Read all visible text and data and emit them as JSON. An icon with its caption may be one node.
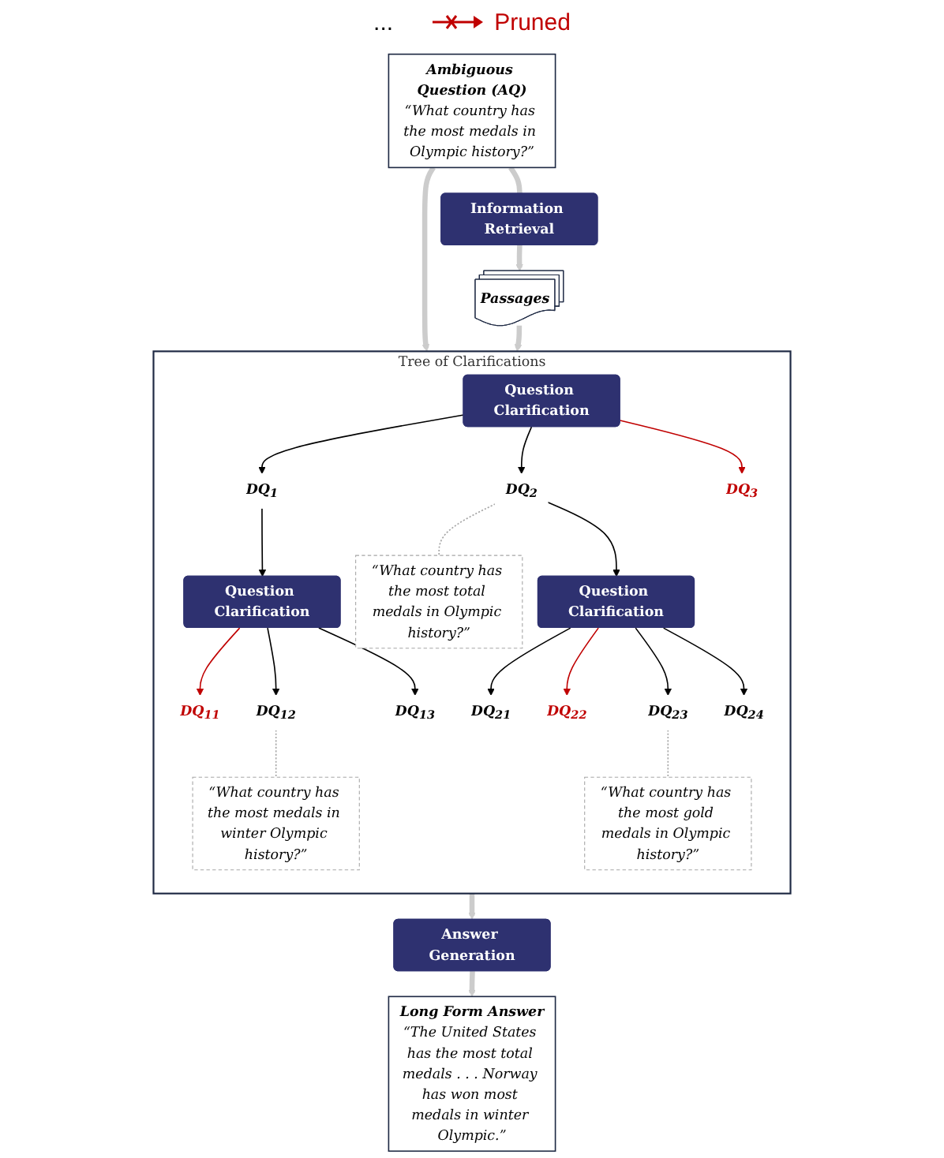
{
  "diagram": {
    "nodes": [
      {
        "text": [
          "Ambiguous Question (AQ)",
          "“What country has the most medals in Olympic history?”"
        ]
      },
      {
        "text": [
          "Tree of Clarifications"
        ]
      },
      {
        "text": [
          "Question Clarification"
        ],
        "in": 1
      },
      {
        "text": [
          "DQ$_{1}$"
        ],
        "in": 1
      },
      {
        "text": [
          "DQ$_{2}$"
        ],
        "in": 1
      },
      {
        "text": [
          "DQ$_{3}$"
        ],
        "in": 1
      },
      {
        "text": [
          "“What country has the most total medals in Olympic history?”"
        ],
        "in": 1
      },
      {
        "text": [
          "Question Clarification"
        ],
        "in": 1
      },
      {
        "text": [
          "Question Clarification"
        ],
        "in": 1
      },
      {
        "text": [
          "DQ$_{11}$"
        ],
        "in": 1
      },
      {
        "text": [
          "DQ$_{12}$"
        ],
        "in": 1
      },
      {
        "text": [
          "DQ$_{13}$"
        ],
        "in": 1
      },
      {
        "text": [
          "DQ$_{21}$"
        ],
        "in": 1
      },
      {
        "text": [
          "DQ$_{22}$"
        ],
        "in": 1
      },
      {
        "text": [
          "DQ$_{23}$"
        ],
        "in": 1
      },
      {
        "text": [
          "DQ$_{24}$"
        ],
        "in": 1
      },
      {
        "text": [
          "“What country has the most medals in winter Olympic history?”"
        ],
        "in": 1
      },
      {
        "text": [
          "“What country has the most gold medals in Olympic history?”"
        ],
        "in": 1
      },
      {
        "text": [
          "Information Retrieval"
        ]
      },
      {
        "text": [
          "Passages"
        ]
      },
      {
        "text": [
          "Answer Generation"
        ]
      },
      {
        "text": [
          "Long Form Answer",
          "“The United States has the most total medals . . . Norway has won most medals in winter Olympic.”"
        ]
      }
    ],
    "edges": [
      {
        "from": 0,
        "to": 1,
        "arrow": "to",
        "style": "thick",
        "color": "#cccccc"
      },
      {
        "from": 0,
        "to": 18,
        "arrow": "none",
        "style": "thick",
        "color": "#cccccc"
      },
      {
        "from": 18,
        "to": 19,
        "arrow": "to",
        "style": "thick",
        "color": "#cccccc"
      },
      {
        "from": 19,
        "to": 1,
        "arrow": "to",
        "style": "thick",
        "color": "#cccccc"
      },
      {
        "from": 2,
        "to": 3,
        "arrow": "to"
      },
      {
        "from": 2,
        "to": 4,
        "arrow": "to"
      },
      {
        "from": 2,
        "to": 5,
        "arrow": "to",
        "color": "#c00000"
      },
      {
        "from": 4,
        "to": 6,
        "arrow": "none",
        "style": "dashed",
        "color": "#a6a6a6"
      },
      {
        "from": 3,
        "to": 7,
        "arrow": "to"
      },
      {
        "from": 4,
        "to": 8,
        "arrow": "to"
      },
      {
        "from": 7,
        "to": 9,
        "arrow": "to",
        "color": "#c00000"
      },
      {
        "from": 7,
        "to": 10,
        "arrow": "to"
      },
      {
        "from": 7,
        "to": 11,
        "arrow": "to"
      },
      {
        "from": 8,
        "to": 12,
        "arrow": "to"
      },
      {
        "from": 8,
        "to": 13,
        "arrow": "to",
        "color": "#c00000"
      },
      {
        "from": 8,
        "to": 14,
        "arrow": "to"
      },
      {
        "from": 8,
        "to": 15,
        "arrow": "to"
      },
      {
        "from": 10,
        "to": 16,
        "arrow": "none",
        "style": "dashed",
        "color": "#a6a6a6"
      },
      {
        "from": 14,
        "to": 17,
        "arrow": "none",
        "style": "dashed",
        "color": "#a6a6a6"
      },
      {
        "from": 1,
        "to": 20,
        "arrow": "to",
        "style": "thick",
        "color": "#cccccc"
      },
      {
        "from": 20,
        "to": 21,
        "arrow": "to",
        "style": "thick",
        "color": "#cccccc"
      }
    ],
    "labels": [
      "..."
    ],
    "legend": [
      {
        "text": "Pruned"
      }
    ]
  }
}
